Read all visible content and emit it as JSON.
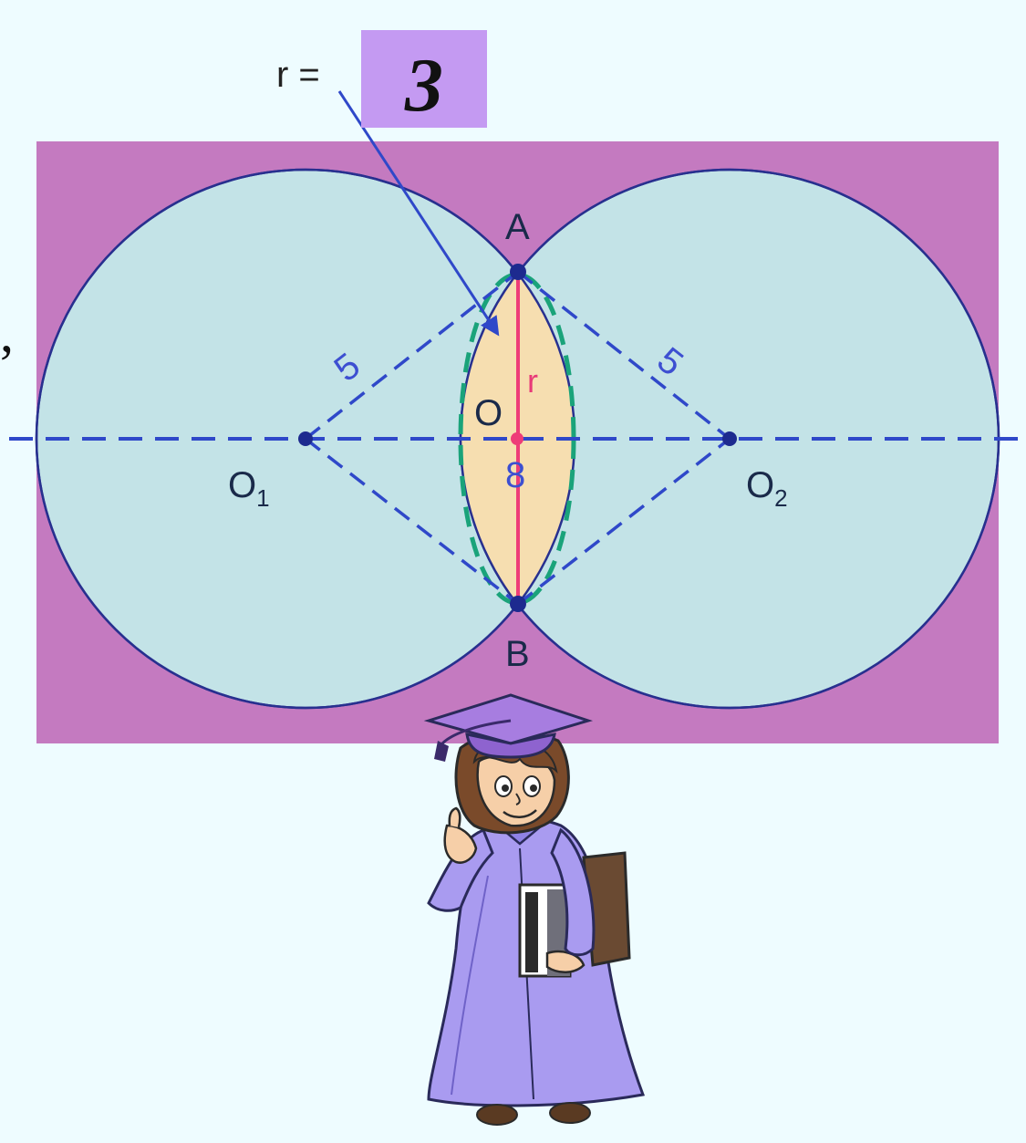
{
  "diagram": {
    "radius_label": "r =",
    "radius_answer": "3",
    "points": {
      "A": "A",
      "B": "B",
      "O": "O",
      "O1_base": "O",
      "O1_sub": "1",
      "O2_base": "O",
      "O2_sub": "2"
    },
    "segment_labels": {
      "left_side": "5",
      "right_side": "5",
      "center_distance": "8",
      "radius_mark": "r"
    },
    "stray_mark": ","
  },
  "colors": {
    "background": "#eefcff",
    "rectangle": "#c47ac0",
    "circles": "#c3e3e7",
    "lens": "#f6deb0",
    "answer_box": "#c49af2",
    "dashed_lines": "#2f48c9",
    "lens_outline": "#1aa37a",
    "chord": "#ee3c78"
  },
  "illustration": {
    "icon": "graduate-student-icon"
  }
}
